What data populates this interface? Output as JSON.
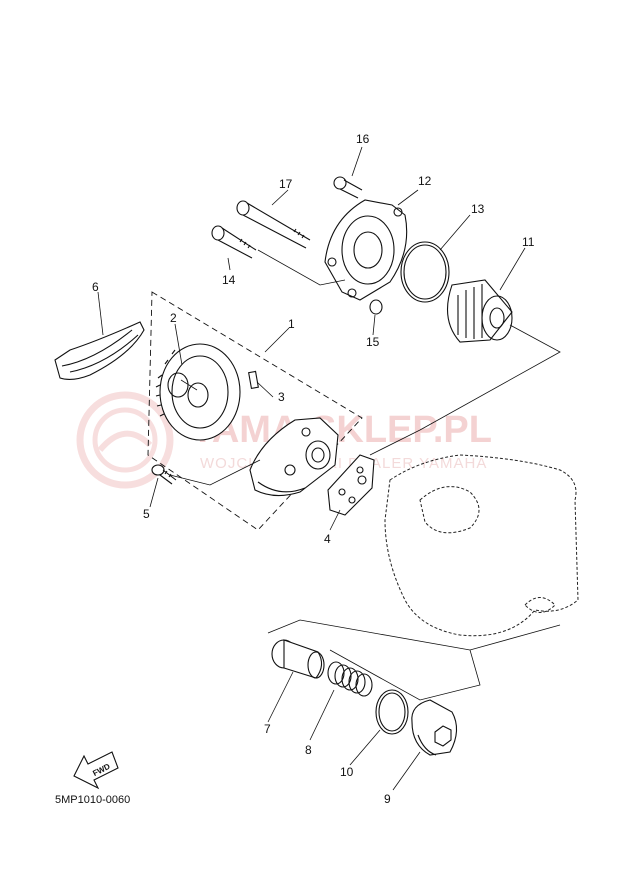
{
  "diagram_code": "5MP1010-0060",
  "watermark": {
    "line1": "YAMA-SKLEP.PL",
    "line2": "WOJCIECHOWSKI DEALER YAMAHA"
  },
  "fwd_label": "FWD",
  "callouts": {
    "c1": "1",
    "c2": "2",
    "c3": "3",
    "c4": "4",
    "c5": "5",
    "c6": "6",
    "c7": "7",
    "c8": "8",
    "c9": "9",
    "c10": "10",
    "c11": "11",
    "c12": "12",
    "c13": "13",
    "c14": "14",
    "c15": "15",
    "c16": "16",
    "c17": "17"
  }
}
